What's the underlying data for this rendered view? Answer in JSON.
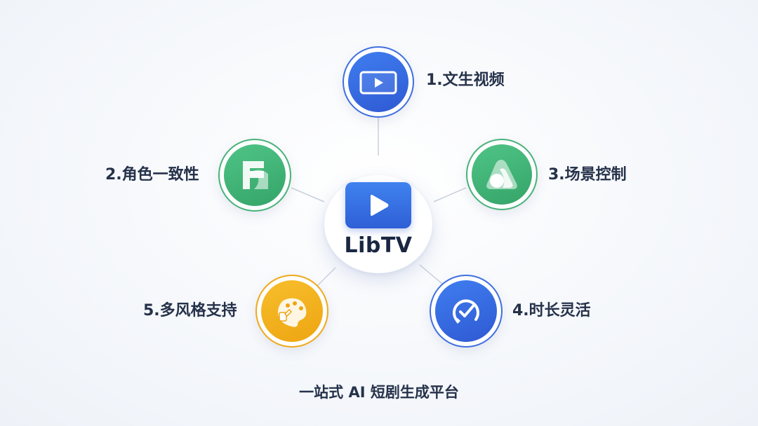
{
  "center": {
    "title": "LibTV",
    "icon": "play-icon",
    "accent": "#3a6fe6"
  },
  "features": [
    {
      "label": "1.文生视频",
      "icon": "video-play-icon",
      "color": "#3a6fe6"
    },
    {
      "label": "2.角色一致性",
      "icon": "character-layers-icon",
      "color": "#3fb578"
    },
    {
      "label": "3.场景控制",
      "icon": "scene-mountain-icon",
      "color": "#3fb578"
    },
    {
      "label": "4.时长灵活",
      "icon": "duration-gauge-icon",
      "color": "#3a6fe6"
    },
    {
      "label": "5.多风格支持",
      "icon": "style-palette-icon",
      "color": "#f2ac1e"
    }
  ],
  "tagline": "一站式 AI 短剧生成平台"
}
